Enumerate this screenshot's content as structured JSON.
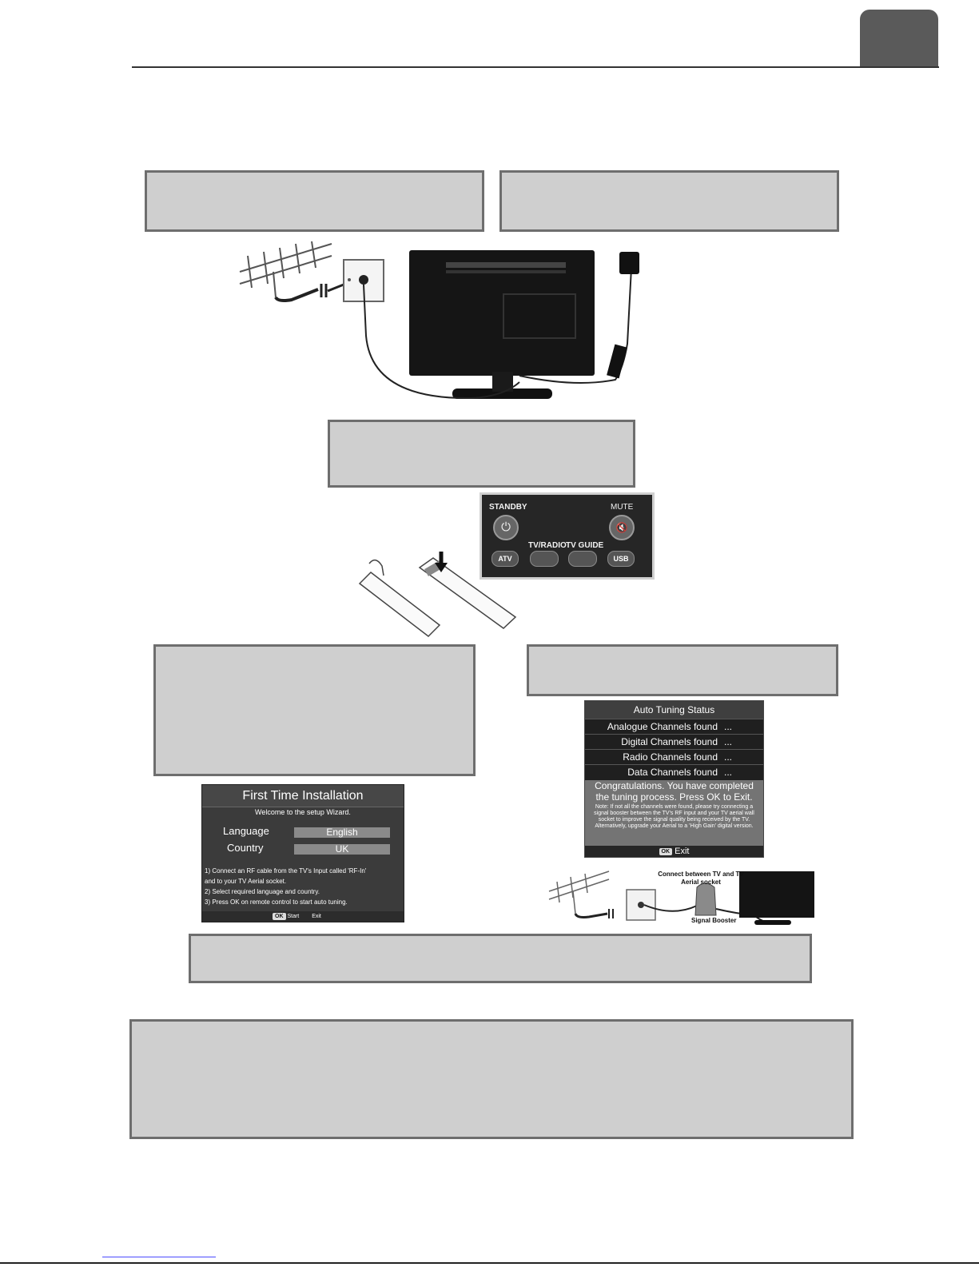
{
  "remote": {
    "standby_label": "STANDBY",
    "mute_label": "MUTE",
    "tv_radio_label": "TV/RADIO",
    "tv_guide_label": "TV GUIDE",
    "atv_label": "ATV",
    "usb_label": "USB"
  },
  "first_time_installation": {
    "title": "First Time Installation",
    "welcome": "Welcome to the setup Wizard.",
    "language_label": "Language",
    "language_value": "English",
    "country_label": "Country",
    "country_value": "UK",
    "step1": "1) Connect an RF cable from the TV's Input called 'RF-In'",
    "step1b": "and to your TV Aerial socket.",
    "step2": "2) Select required language and country.",
    "step3": "3) Press OK on remote control to start auto tuning.",
    "ok_badge": "OK",
    "start_label": "Start",
    "exit_label": "Exit"
  },
  "auto_tuning": {
    "title": "Auto Tuning Status",
    "rows": [
      {
        "label": "Analogue  Channels found",
        "value": "..."
      },
      {
        "label": "Digital Channels found",
        "value": "..."
      },
      {
        "label": "Radio Channels found",
        "value": "..."
      },
      {
        "label": "Data Channels found",
        "value": "..."
      }
    ],
    "congrats_line1": "Congratulations. You have completed",
    "congrats_line2": "the tuning process. Press OK to Exit.",
    "note": "Note: If not all the channels were found, please try connecting a signal booster between the TV's RF input and your TV aerial wall socket to improve the signal quality being received by the TV. Alternatively, upgrade your Aerial to a 'High Gain' digital version.",
    "ok_badge": "OK",
    "exit_label": "Exit"
  },
  "booster_diagram": {
    "connect_caption": "Connect between TV and TV Aerial socket",
    "booster_caption": "Signal Booster"
  }
}
